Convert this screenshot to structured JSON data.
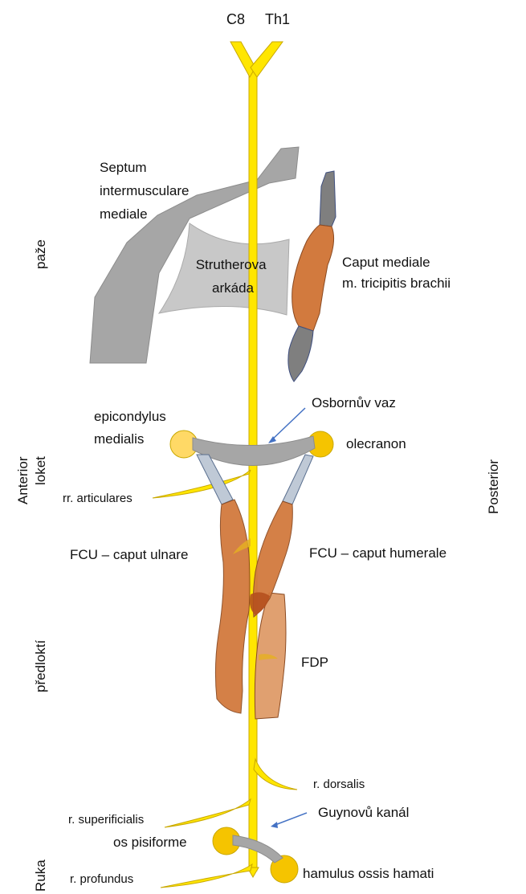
{
  "labels": {
    "c8": "C8",
    "th1": "Th1",
    "paze": "paže",
    "septum": [
      "Septum",
      "intermusculare",
      "mediale"
    ],
    "strutherova": [
      "Strutherova",
      "arkáda"
    ],
    "caput_mediale": [
      "Caput mediale",
      "m. tricipitis brachii"
    ],
    "osbornuv": "Osbornův vaz",
    "epicondylus": [
      "epicondylus",
      "medialis"
    ],
    "olecranon": "olecranon",
    "anterior": "Anterior",
    "loket": "loket",
    "posterior": "Posterior",
    "rr_articulares": "rr. articulares",
    "fcu_ulnare": "FCU – caput ulnare",
    "fcu_humerale": "FCU – caput humerale",
    "predlokti": "předloktí",
    "fdp": "FDP",
    "r_dorsalis": "r. dorsalis",
    "r_superificialis": "r. superificialis",
    "guyonuv": "Guynovů kanál",
    "os_pisiforme": "os pisiforme",
    "hamulus": "hamulus ossis hamati",
    "ruka": "Ruka",
    "r_profundus": "r. profundus"
  },
  "colors": {
    "nerve": "#FFE600",
    "nerve_stroke": "#C9A800",
    "muscle": "#D27A3E",
    "muscle_light": "#E0A070",
    "muscle_stroke": "#8A4A22",
    "tendon": "#7F7F7F",
    "septum": "#A6A6A6",
    "arcade": "#C8C8C8",
    "bone": "#F5C400",
    "bone_light": "#FFD966",
    "arrow": "#4472C4"
  }
}
